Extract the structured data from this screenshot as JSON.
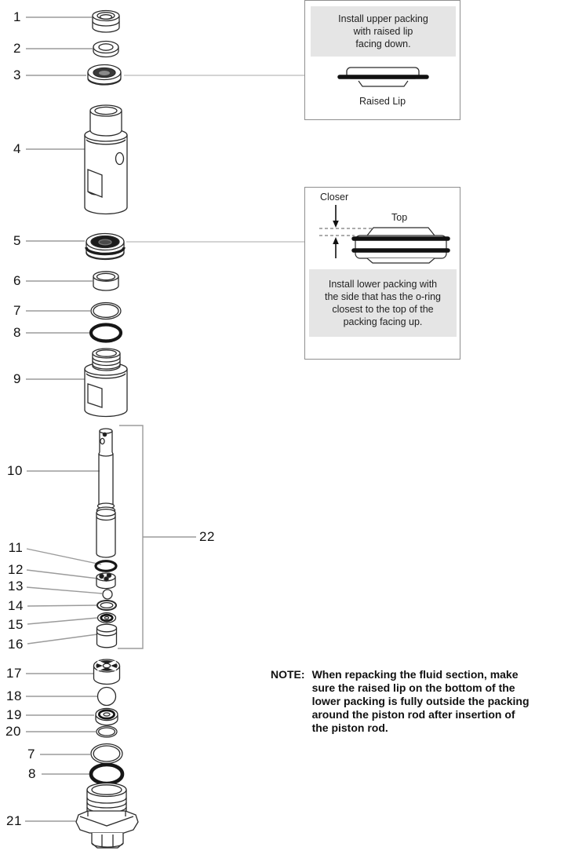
{
  "labels": [
    "1",
    "2",
    "3",
    "4",
    "5",
    "6",
    "7",
    "8",
    "9",
    "10",
    "11",
    "12",
    "13",
    "14",
    "15",
    "16",
    "17",
    "18",
    "19",
    "20",
    "7",
    "8",
    "21",
    "22"
  ],
  "callout_upper": {
    "lines": [
      "Install upper packing",
      "with raised lip",
      "facing down."
    ],
    "instruction": "Install upper packing with raised lip facing down.",
    "caption": "Raised Lip"
  },
  "callout_lower": {
    "closer": "Closer",
    "top": "Top",
    "lines": [
      "Install lower packing with",
      "the side that has the o-ring",
      "closest to the top of the",
      "packing facing up."
    ],
    "instruction": "Install lower packing with the side that has the o-ring closest to the top of the packing facing up."
  },
  "note": {
    "label": "NOTE:",
    "lines": [
      "When repacking the fluid section, make",
      "sure the raised lip on the bottom of the",
      "lower packing is fully outside the packing",
      "around the piston rod after insertion of",
      "the piston rod."
    ],
    "text": "When repacking the fluid section, make sure the raised lip on the bottom of the lower packing is fully outside the packing around the piston rod after insertion of the piston rod."
  },
  "colors": {
    "panel_bg": "#e5e5e5",
    "outline": "#2b2b2b",
    "dark_fill": "#1c1c1c",
    "leader": "#9b9b9b",
    "long_leader": "#c6c6c6",
    "box_border": "#8f8f8f"
  }
}
